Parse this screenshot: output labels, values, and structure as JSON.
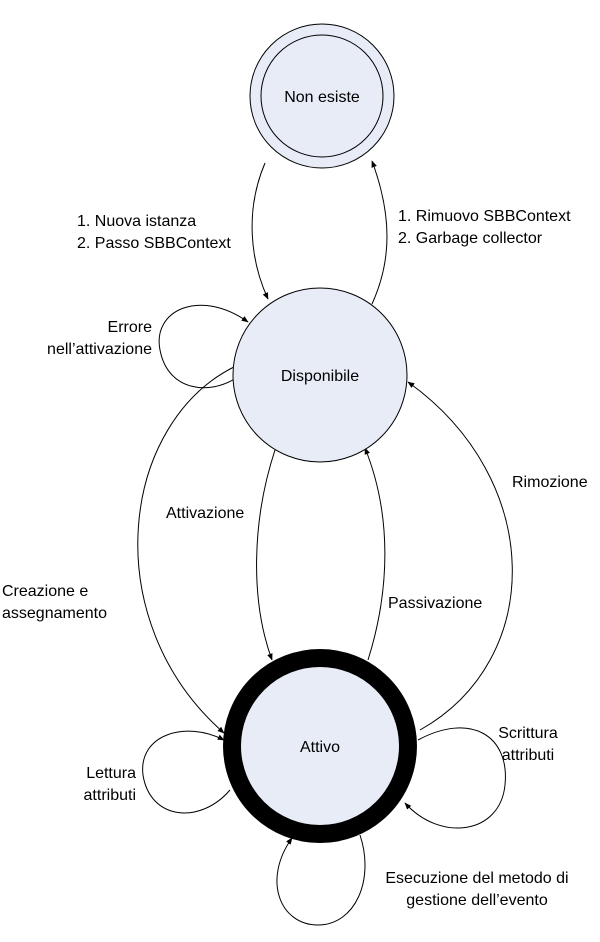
{
  "states": {
    "non_esiste": "Non esiste",
    "disponibile": "Disponibile",
    "attivo": "Attivo"
  },
  "edges": {
    "create_line1": "1. Nuova istanza",
    "create_line2": "2. Passo SBBContext",
    "remove_line1": "1. Rimuovo SBBContext",
    "remove_line2": "2. Garbage collector",
    "error_line1": "Errore",
    "error_line2": "nell’attivazione",
    "activation": "Attivazione",
    "passivation": "Passivazione",
    "removal": "Rimozione",
    "creation_line1": "Creazione e",
    "creation_line2": "assegnamento",
    "read_line1": "Lettura",
    "read_line2": "attributi",
    "write_line1": "Scrittura",
    "write_line2": "attributi",
    "exec_line1": "Esecuzione del metodo di",
    "exec_line2": "gestione dell’evento"
  },
  "colors": {
    "state_fill": "#e8ecf7",
    "stroke": "#000000"
  }
}
